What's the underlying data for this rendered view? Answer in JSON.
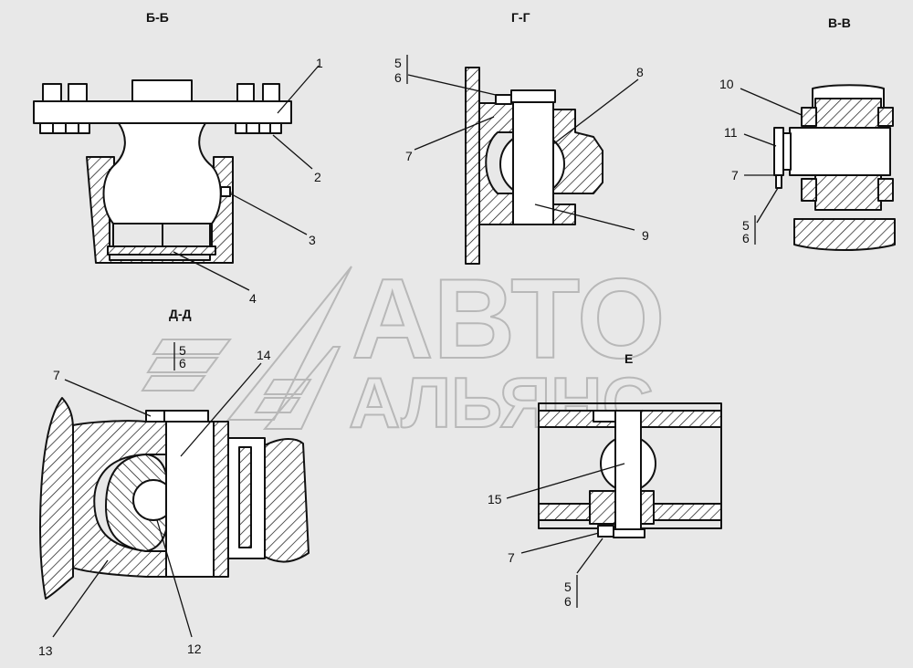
{
  "views": {
    "bb": {
      "title": "Б-Б"
    },
    "gg": {
      "title": "Г-Г"
    },
    "vv": {
      "title": "В-В"
    },
    "dd": {
      "title": "Д-Д"
    },
    "e": {
      "title": "Е"
    }
  },
  "callouts": {
    "c1": "1",
    "c2": "2",
    "c3": "3",
    "c4": "4",
    "c8": "8",
    "c7a": "7",
    "c9": "9",
    "c10": "10",
    "c11": "11",
    "c7b": "7",
    "c7c": "7",
    "c14": "14",
    "c13": "13",
    "c12": "12",
    "c15": "15",
    "c7d": "7"
  },
  "fractions": {
    "f1": {
      "top": "5",
      "bottom": "6"
    },
    "f2": {
      "top": "5",
      "bottom": "6"
    },
    "f3": {
      "top": "5",
      "bottom": "6"
    },
    "f4": {
      "top": "5",
      "bottom": "6"
    }
  },
  "watermark": {
    "line1": "АВТО",
    "line2": "АЛЬЯНС"
  },
  "colors": {
    "background": "#e8e8e8",
    "ink": "#111111",
    "watermark": "#b8b8b8"
  }
}
